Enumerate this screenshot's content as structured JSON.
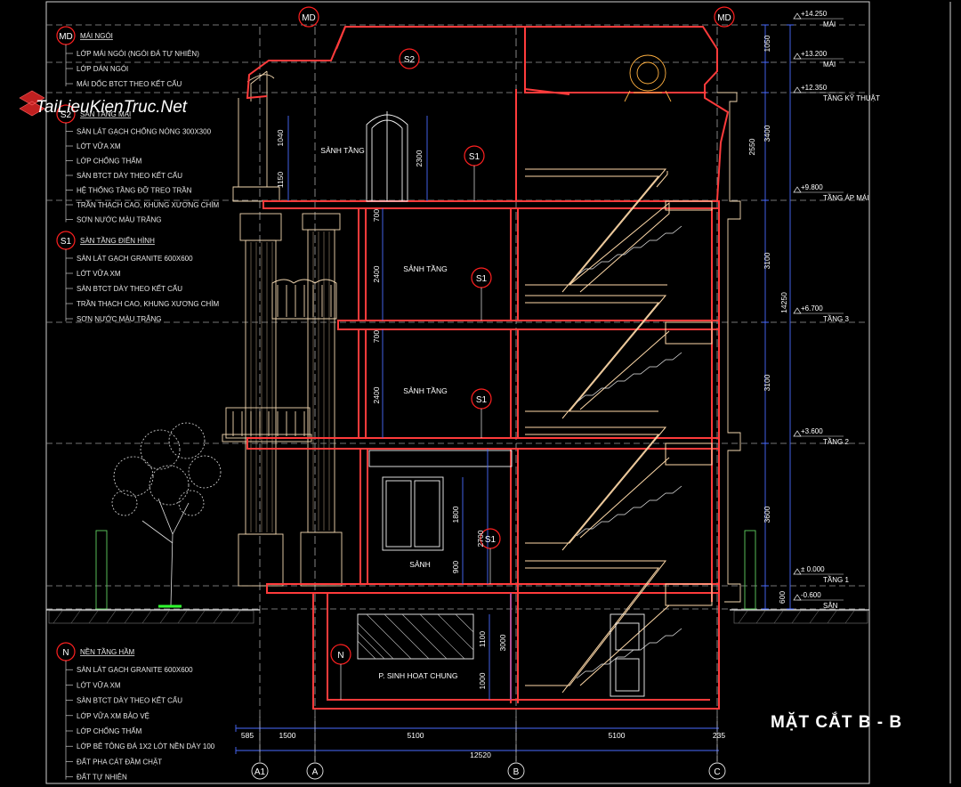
{
  "drawing": {
    "title": "MẶT CẮT B - B",
    "watermark": "TaiLieuKienTruc.Net",
    "colors": {
      "background": "#000000",
      "wall_section": "#ff3b3b",
      "stair": "#ffd9a8",
      "grid": "#bdbdbd",
      "dimension": "#4a6bff",
      "tag_circle": "#ff2020",
      "text": "#ffffff"
    }
  },
  "notes": {
    "md": {
      "tag": "MD",
      "title": "MÁI NGÓI",
      "items": [
        "LỚP MÁI NGÓI (NGÓI ĐÁ TỰ NHIÊN)",
        "LỚP DÁN NGÓI",
        "MÁI DỐC BTCT THEO KẾT CẤU"
      ]
    },
    "s2": {
      "tag": "S2",
      "title": "SÀN TẦNG MÁI",
      "items": [
        "SÀN LÁT GẠCH CHỐNG NÓNG 300X300",
        "LỚT VỮA XM",
        "LỚP CHỐNG THẤM",
        "SÀN BTCT DÀY THEO KẾT CẤU",
        "HỆ THỐNG TẦNG ĐỠ TREO TRẦN",
        "TRẦN THẠCH CAO, KHUNG XƯƠNG CHÌM",
        "SƠN NƯỚC MÀU TRẮNG"
      ]
    },
    "s1": {
      "tag": "S1",
      "title": "SÀN TẦNG ĐIỂN HÌNH",
      "items": [
        "SÀN LÁT GẠCH GRANITE 600X600",
        "LỚT VỮA XM",
        "SÀN BTCT DÀY THEO KẾT CẤU",
        "TRẦN THẠCH CAO, KHUNG XƯƠNG CHÌM",
        "SƠN NƯỚC MÀU TRẮNG"
      ]
    },
    "n": {
      "tag": "N",
      "title": "NỀN TẦNG HẦM",
      "items": [
        "SÀN LÁT GẠCH GRANITE 600X600",
        "LỚT VỮA XM",
        "SÀN BTCT DÀY THEO KẾT CẤU",
        "LỚP VỮA XM BẢO VỆ",
        "LỚP CHỐNG THẤM",
        "LỚP BÊ TÔNG ĐÁ 1X2 LÓT NỀN DÀY 100",
        "ĐẤT PHA CÁT ĐẦM CHẶT",
        "ĐẤT TỰ NHIÊN"
      ]
    }
  },
  "rooms": {
    "attic_hall": "SẢNH TẦNG",
    "floor3_hall": "SẢNH TẦNG",
    "floor2_hall": "SẢNH TẦNG",
    "ground_hall": "SẢNH",
    "basement": "P. SINH HOẠT CHUNG"
  },
  "tags": {
    "md_left": "MD",
    "md_right": "MD",
    "s2_roof": "S2",
    "s1_attic": "S1",
    "s1_floor3": "S1",
    "s1_floor2": "S1",
    "s1_ground": "S1",
    "n_basement": "N"
  },
  "levels": [
    {
      "elev": "+14.250",
      "name": "MÁI"
    },
    {
      "elev": "+13.200",
      "name": "MÁI"
    },
    {
      "elev": "+12.350",
      "name": "TẦNG KỸ THUẬT"
    },
    {
      "elev": "+9.800",
      "name": "TẦNG ÁP MÁI"
    },
    {
      "elev": "+6.700",
      "name": "TẦNG 3"
    },
    {
      "elev": "+3.600",
      "name": "TẦNG 2"
    },
    {
      "elev": "± 0.000",
      "name": "TẦNG 1"
    },
    {
      "elev": "-0.600",
      "name": "SÂN"
    }
  ],
  "dims": {
    "right_segments": [
      "1050",
      "3400",
      "2550",
      "3100",
      "3100",
      "3600",
      "600"
    ],
    "right_total": "14250",
    "left_attic": [
      "1040",
      "1150"
    ],
    "attic_window": "2300",
    "floor3": [
      "700",
      "2400"
    ],
    "floor2": [
      "700",
      "2400"
    ],
    "ground": [
      "1800",
      "2700",
      "900"
    ],
    "basement": [
      "1100",
      "3000",
      "1000"
    ],
    "bottom_segments": [
      "585",
      "1500",
      "5100",
      "5100",
      "235"
    ],
    "bottom_total": "12520"
  },
  "grid_axes": [
    "A1",
    "A",
    "B",
    "C"
  ]
}
